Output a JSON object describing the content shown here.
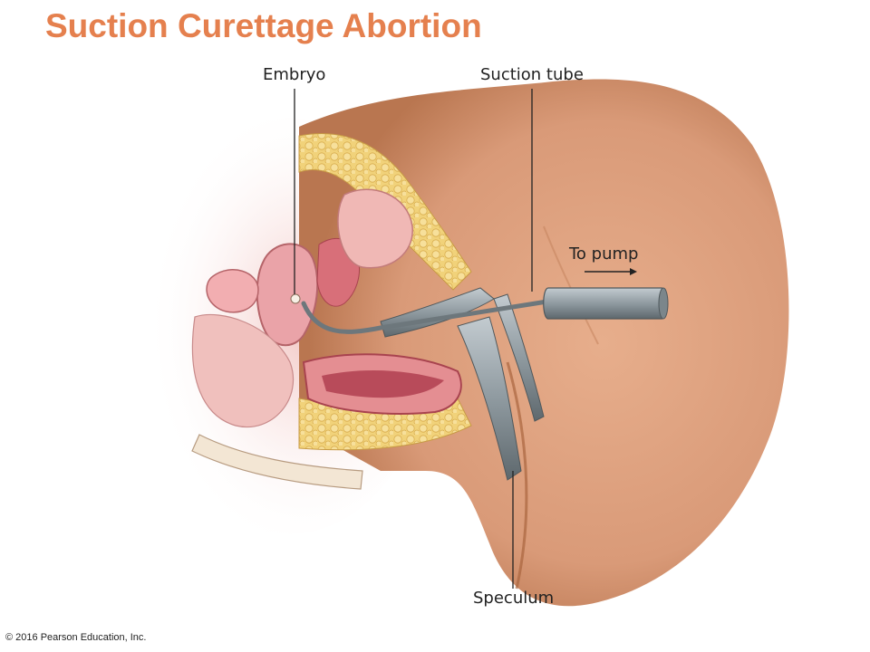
{
  "slide": {
    "title": "Suction Curettage Abortion",
    "copyright": "© 2016 Pearson Education, Inc."
  },
  "labels": {
    "embryo": "Embryo",
    "suction_tube": "Suction tube",
    "to_pump": "To pump",
    "speculum": "Speculum"
  },
  "colors": {
    "title": "#e5804e",
    "skin": "#d99a78",
    "skin_dark": "#b9744f",
    "fat": "#f1d27a",
    "tissue_pink": "#eaa3a8",
    "instrument": "#8f9aa0"
  }
}
